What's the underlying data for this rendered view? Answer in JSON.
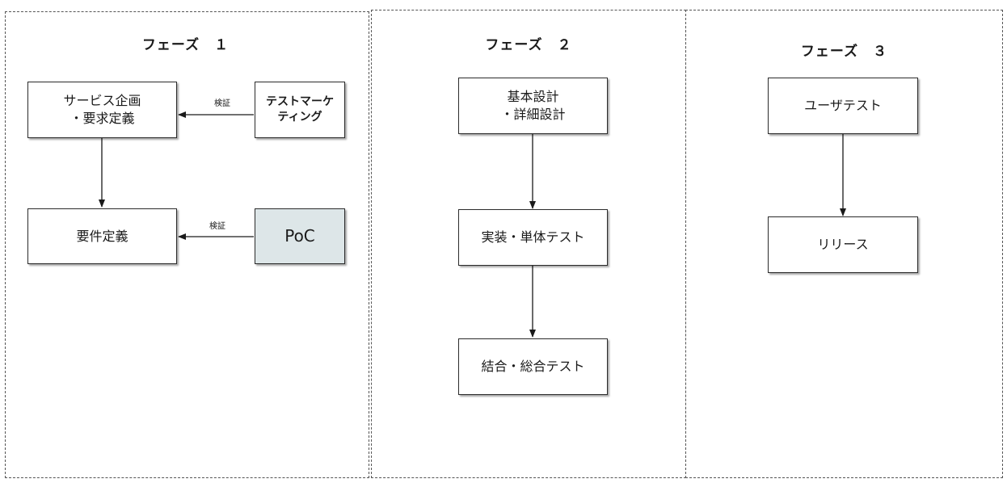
{
  "phases": [
    {
      "title": "フェーズ　１"
    },
    {
      "title": "フェーズ　２"
    },
    {
      "title": "フェーズ　３"
    }
  ],
  "nodes": {
    "service_plan": "サービス企画\n・要求定義",
    "test_marketing": "テストマーケ\nティング",
    "requirements": "要件定義",
    "poc": "PoC",
    "design": "基本設計\n・詳細設計",
    "implementation": "実装・単体テスト",
    "integration": "結合・総合テスト",
    "user_test": "ユーザテスト",
    "release": "リリース"
  },
  "edges": {
    "verify_label_1": "検証",
    "verify_label_2": "検証"
  }
}
